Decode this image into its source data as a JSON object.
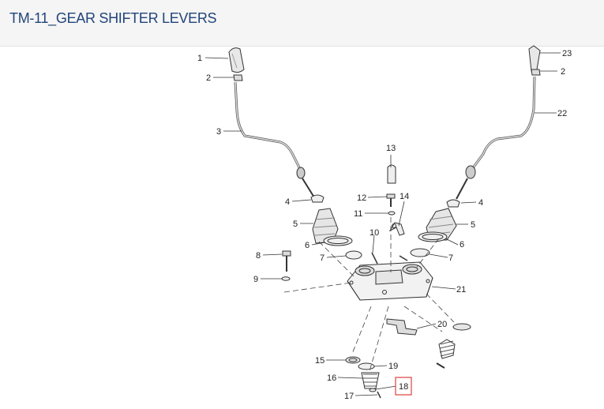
{
  "header": {
    "title": "TM-11_GEAR SHIFTER LEVERS"
  },
  "highlight_color": "#e04040",
  "accent_color": "#22457a",
  "callouts": {
    "c1": "1",
    "c2l": "2",
    "c3": "3",
    "c4l": "4",
    "c5l": "5",
    "c6l": "6",
    "c7l": "7",
    "c8": "8",
    "c9": "9",
    "c10": "10",
    "c11": "11",
    "c12": "12",
    "c13": "13",
    "c14": "14",
    "c15": "15",
    "c16": "16",
    "c17": "17",
    "c18": "18",
    "c19": "19",
    "c20": "20",
    "c21": "21",
    "c22": "22",
    "c23": "23",
    "c2r": "2",
    "c4r": "4",
    "c5r": "5",
    "c6r": "6",
    "c7r": "7"
  }
}
